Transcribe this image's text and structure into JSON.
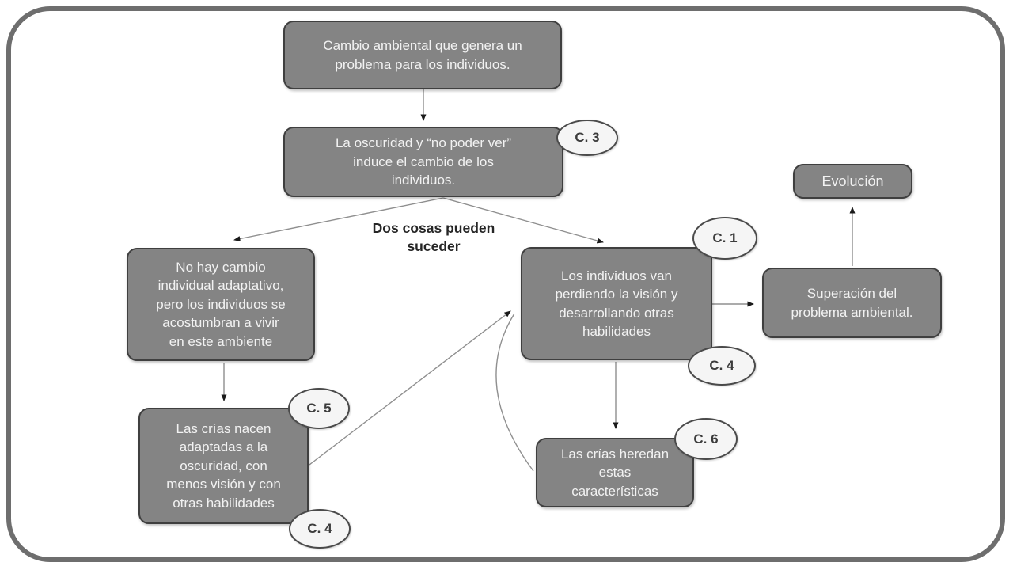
{
  "diagram": {
    "nodes": {
      "cambio": {
        "label": "Cambio ambiental que genera un\nproblema para los individuos."
      },
      "oscuridad": {
        "label": "La oscuridad y “no poder ver”\ninduce el cambio de los\nindividuos."
      },
      "no_cambio": {
        "label": "No hay cambio\nindividual adaptativo,\npero los individuos se\nacostumbran a vivir\nen este ambiente"
      },
      "crias_nacen": {
        "label": "Las crías nacen\nadaptadas a la\noscuridad, con\nmenos visión y con\notras habilidades"
      },
      "individuos": {
        "label": "Los individuos van\nperdiendo la visión y\ndesarrollando otras\nhabilidades"
      },
      "crias_heredan": {
        "label": "Las crías heredan\nestas\ncaracterísticas"
      },
      "superacion": {
        "label": "Superación del\nproblema ambiental."
      },
      "evolucion": {
        "label": "Evolución"
      }
    },
    "badges": {
      "c3": "C. 3",
      "c1": "C. 1",
      "c4_right": "C. 4",
      "c5": "C. 5",
      "c4_left": "C. 4",
      "c6": "C. 6"
    },
    "caption": "Dos cosas pueden\nsuceder",
    "colors": {
      "node_fill": "#848484",
      "node_border": "#3f3f3f",
      "node_text": "#f2f2f2",
      "badge_fill": "#f5f5f5",
      "badge_border": "#4a4a4a",
      "badge_text": "#3c3c3c",
      "line": "#8f8f8f",
      "arrow": "#1a1a1a",
      "frame_border": "#6e6e6e"
    }
  }
}
